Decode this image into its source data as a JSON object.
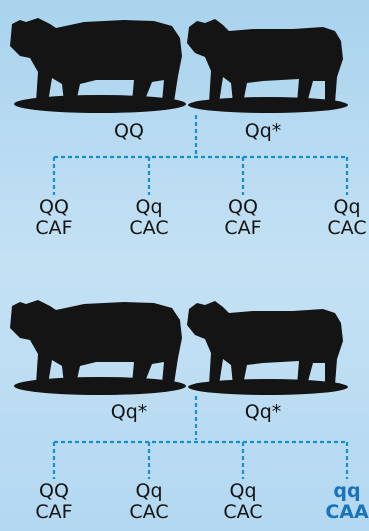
{
  "colors": {
    "line": "#1a8fd0",
    "highlight": "#1a73b8",
    "silhouette": "#141414"
  },
  "crosses": [
    {
      "parents": [
        {
          "icon": "bull-silhouette-icon",
          "genotype": "QQ"
        },
        {
          "icon": "cow-silhouette-icon",
          "genotype": "Qq*"
        }
      ],
      "offspring": [
        {
          "genotype": "QQ",
          "status": "CAF",
          "highlight": false
        },
        {
          "genotype": "Qq",
          "status": "CAC",
          "highlight": false
        },
        {
          "genotype": "QQ",
          "status": "CAF",
          "highlight": false
        },
        {
          "genotype": "Qq",
          "status": "CAC",
          "highlight": false
        }
      ]
    },
    {
      "parents": [
        {
          "icon": "bull-silhouette-icon",
          "genotype": "Qq*"
        },
        {
          "icon": "cow-silhouette-icon",
          "genotype": "Qq*"
        }
      ],
      "offspring": [
        {
          "genotype": "QQ",
          "status": "CAF",
          "highlight": false
        },
        {
          "genotype": "Qq",
          "status": "CAC",
          "highlight": false
        },
        {
          "genotype": "Qq",
          "status": "CAC",
          "highlight": false
        },
        {
          "genotype": "qq",
          "status": "CAA",
          "highlight": true
        }
      ]
    }
  ]
}
